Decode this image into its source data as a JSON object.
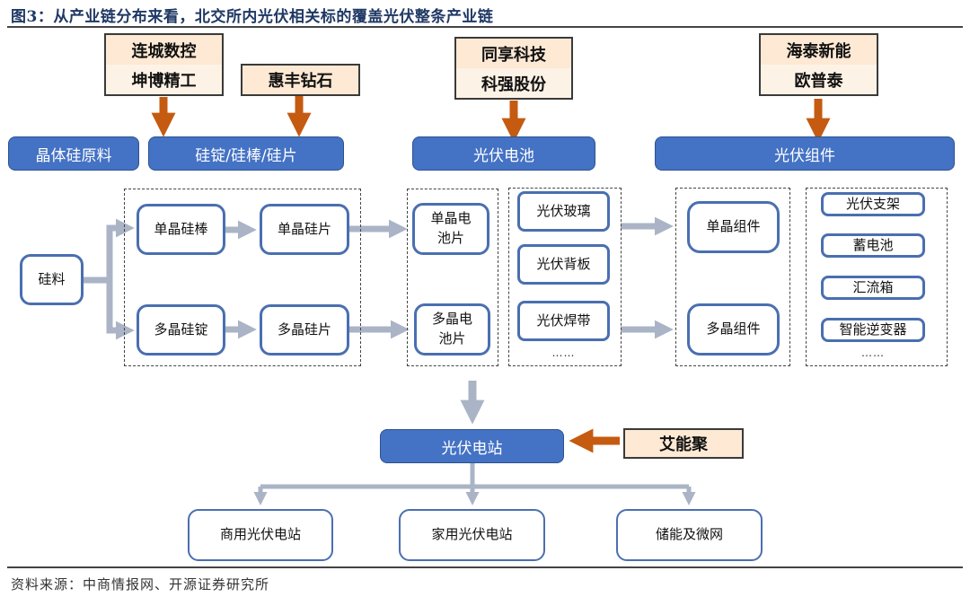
{
  "title": "图3：从产业链分布来看，北交所内光伏相关标的覆盖光伏整条产业链",
  "source": "资料来源：中商情报网、开源证券研究所",
  "colors": {
    "stage_fill": "#4472c4",
    "company_fill": "#fde9d4",
    "orange_arrow": "#c55a11",
    "gray_arrow": "#aab4c6",
    "node_border": "#4a6fb0"
  },
  "companies": {
    "silicon": [
      "连城数控",
      "坤博精工"
    ],
    "diamond": [
      "惠丰钻石"
    ],
    "cell": [
      "同享科技",
      "科强股份"
    ],
    "module": [
      "海泰新能",
      "欧普泰"
    ],
    "station": [
      "艾能聚"
    ]
  },
  "stages": {
    "raw": "晶体硅原料",
    "wafer": "硅锭/硅棒/硅片",
    "cell": "光伏电池",
    "module": "光伏组件",
    "station": "光伏电站"
  },
  "nodes": {
    "silicon_material": "硅料",
    "mono_rod": "单晶硅棒",
    "mono_wafer": "单晶硅片",
    "poly_ingot": "多晶硅锭",
    "poly_wafer": "多晶硅片",
    "mono_cell_line1": "单晶电",
    "mono_cell_line2": "池片",
    "poly_cell_line1": "多晶电",
    "poly_cell_line2": "池片",
    "materials": [
      "光伏玻璃",
      "光伏背板",
      "光伏焊带"
    ],
    "materials_more": "……",
    "mono_module": "单晶组件",
    "poly_module": "多晶组件",
    "bos": [
      "光伏支架",
      "蓄电池",
      "汇流箱",
      "智能逆变器"
    ],
    "bos_more": "……"
  },
  "applications": [
    "商用光伏电站",
    "家用光伏电站",
    "储能及微网"
  ]
}
